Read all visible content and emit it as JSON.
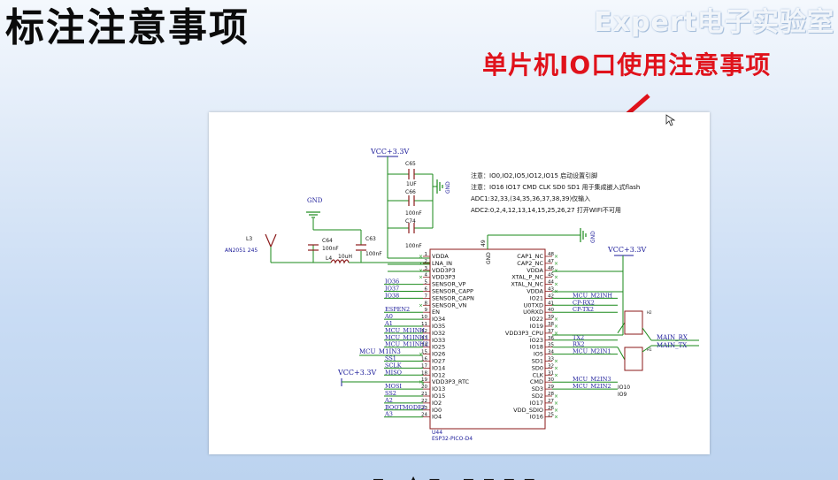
{
  "slide": {
    "title": "标注注意事项",
    "watermark": "Expert电子实验室",
    "callout": "单片机IO口使用注意事项",
    "bottom_text": "▪ ▲▪ ▪▪▪▪"
  },
  "colors": {
    "callout": "#e0121b",
    "wire": "#1a8a1a",
    "net_label": "#1b1b99",
    "part": "#8b1a1a",
    "pin_end": "#2a9a2a"
  },
  "schematic": {
    "notes": [
      "注意：IO0,IO2,IO5,IO12,IO15 启动设置引脚",
      "注意：IO16 IO17 CMD CLK SD0 SD1 用于集成嵌入式flash",
      "ADC1:32,33,(34,35,36,37,38,39)仅输入",
      "ADC2:0,2,4,12,13,14,15,25,26,27 打开WIFI不可用"
    ],
    "power": {
      "vcc_top": "VCC+3.3V",
      "vcc_right": "VCC+3.3V",
      "vcc_left": "VCC+3.3V",
      "gnd": "GND"
    },
    "components": {
      "c65": "C65",
      "c65_val": "1UF",
      "c66": "C66",
      "c66_val": "100nF",
      "c74": "C74",
      "c74_val": "100nF",
      "c64": "C64",
      "c64_val": "100nF",
      "c63": "C63",
      "c63_val": "100nF",
      "l4": "L4",
      "l4_val": "10uH",
      "l3": "L3",
      "antenna": "AN2051 245"
    },
    "chip": {
      "ref": "U44",
      "part": "ESP32-PICO-D4",
      "gnd_pin_num": "49",
      "gnd_pin": "GND",
      "left_pins": [
        {
          "num": "1",
          "name": "VDDA"
        },
        {
          "num": "2",
          "name": "LNA_IN"
        },
        {
          "num": "3",
          "name": "VDD3P3"
        },
        {
          "num": "4",
          "name": "VDD3P3"
        },
        {
          "num": "5",
          "name": "SENSOR_VP"
        },
        {
          "num": "6",
          "name": "SENSOR_CAPP"
        },
        {
          "num": "7",
          "name": "SENSOR_CAPN"
        },
        {
          "num": "8",
          "name": "SENSOR_VN"
        },
        {
          "num": "9",
          "name": "EN"
        },
        {
          "num": "10",
          "name": "IO34"
        },
        {
          "num": "11",
          "name": "IO35"
        },
        {
          "num": "12",
          "name": "IO32"
        },
        {
          "num": "13",
          "name": "IO33"
        },
        {
          "num": "14",
          "name": "IO25"
        },
        {
          "num": "15",
          "name": "IO26"
        },
        {
          "num": "16",
          "name": "IO27"
        },
        {
          "num": "17",
          "name": "IO14"
        },
        {
          "num": "18",
          "name": "IO12"
        },
        {
          "num": "19",
          "name": "VDD3P3_RTC"
        },
        {
          "num": "20",
          "name": "IO13"
        },
        {
          "num": "21",
          "name": "IO15"
        },
        {
          "num": "22",
          "name": "IO2"
        },
        {
          "num": "23",
          "name": "IO0"
        },
        {
          "num": "24",
          "name": "IO4"
        }
      ],
      "right_pins": [
        {
          "num": "48",
          "name": "CAP1_NC"
        },
        {
          "num": "47",
          "name": "CAP2_NC"
        },
        {
          "num": "46",
          "name": "VDDA"
        },
        {
          "num": "45",
          "name": "XTAL_P_NC"
        },
        {
          "num": "44",
          "name": "XTAL_N_NC"
        },
        {
          "num": "43",
          "name": "VDDA"
        },
        {
          "num": "42",
          "name": "IO21"
        },
        {
          "num": "41",
          "name": "U0TXD"
        },
        {
          "num": "40",
          "name": "U0RXD"
        },
        {
          "num": "39",
          "name": "IO22"
        },
        {
          "num": "38",
          "name": "IO19"
        },
        {
          "num": "37",
          "name": "VDD3P3_CPU"
        },
        {
          "num": "36",
          "name": "IO23"
        },
        {
          "num": "35",
          "name": "IO18"
        },
        {
          "num": "34",
          "name": "IO5"
        },
        {
          "num": "33",
          "name": "SD1"
        },
        {
          "num": "32",
          "name": "SD0"
        },
        {
          "num": "31",
          "name": "CLK"
        },
        {
          "num": "30",
          "name": "CMD"
        },
        {
          "num": "29",
          "name": "SD3"
        },
        {
          "num": "28",
          "name": "SD2"
        },
        {
          "num": "27",
          "name": "IO17"
        },
        {
          "num": "26",
          "name": "VDD_SDIO"
        },
        {
          "num": "25",
          "name": "IO16"
        }
      ]
    },
    "left_nets": [
      {
        "pin": "5",
        "label": "IO36"
      },
      {
        "pin": "6",
        "label": "IO37"
      },
      {
        "pin": "7",
        "label": "IO38"
      },
      {
        "pin": "9",
        "label": "ESPEN2"
      },
      {
        "pin": "10",
        "label": "A0"
      },
      {
        "pin": "11",
        "label": "A1"
      },
      {
        "pin": "12",
        "label": "MCU_M1INH"
      },
      {
        "pin": "13",
        "label": "MCU_M1INH1"
      },
      {
        "pin": "14",
        "label": "MCU_M1INH2"
      },
      {
        "pin": "16",
        "label": "SS1"
      },
      {
        "pin": "17",
        "label": "SCLK"
      },
      {
        "pin": "18",
        "label": "MISO"
      },
      {
        "pin": "20",
        "label": "MOSI"
      },
      {
        "pin": "21",
        "label": "SS2"
      },
      {
        "pin": "22",
        "label": "A2"
      },
      {
        "pin": "23",
        "label": "BOOTMODE2"
      },
      {
        "pin": "24",
        "label": "A3"
      }
    ],
    "mcu_m1in3": "MCU_M1IN3",
    "right_nets": [
      {
        "pin": "42",
        "label": "MCU_M2INH"
      },
      {
        "pin": "41",
        "label": "CP-RX2"
      },
      {
        "pin": "40",
        "label": "CP-TX2"
      },
      {
        "pin": "36",
        "label": "TX2"
      },
      {
        "pin": "35",
        "label": "RX2"
      },
      {
        "pin": "34",
        "label": "MCU_M2IN1"
      },
      {
        "pin": "30",
        "label": "MCU_M2IN3"
      },
      {
        "pin": "29",
        "label": "MCU_M2IN2"
      }
    ],
    "extra_labels": {
      "io10": "IO10",
      "io9": "IO9",
      "main_rx": "MAIN_RX",
      "main_tx": "MAIN_TX",
      "h2": "H2",
      "h1": "H1"
    }
  }
}
